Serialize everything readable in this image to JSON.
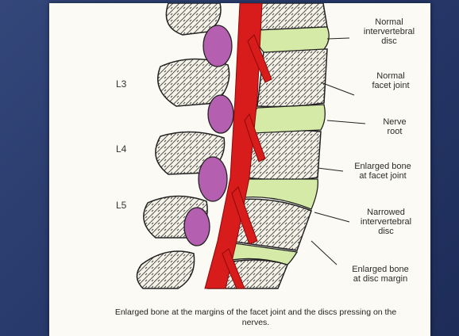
{
  "labels": {
    "normal_disc": "Normal\nintervertebral\ndisc",
    "normal_facet": "Normal\nfacet joint",
    "nerve_root": "Nerve\nroot",
    "enlarged_facet": "Enlarged bone\nat facet joint",
    "narrowed_disc": "Narrowed\nintervertebral\ndisc",
    "enlarged_margin": "Enlarged bone\nat disc margin"
  },
  "levels": {
    "l3": "L3",
    "l4": "L4",
    "l5": "L5"
  },
  "caption": "Enlarged bone at the margins of the facet joint and the discs pressing on the nerves.",
  "colors": {
    "background": "#2c3e6e",
    "nerve": "#d81b1b",
    "disc": "#d6eaa8",
    "facet": "#b45fb0"
  }
}
